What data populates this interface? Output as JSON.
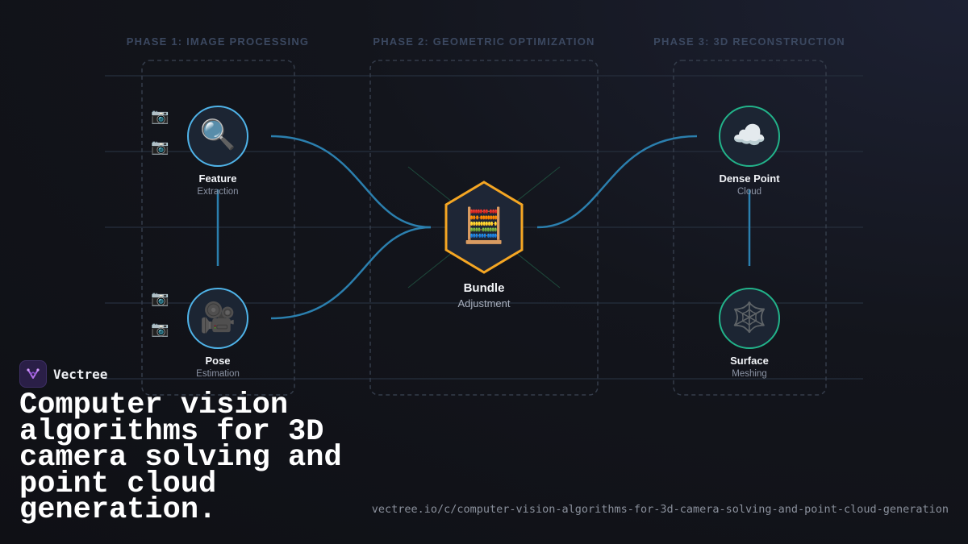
{
  "phases": [
    {
      "label": "PHASE 1: IMAGE PROCESSING"
    },
    {
      "label": "PHASE 2: GEOMETRIC OPTIMIZATION"
    },
    {
      "label": "PHASE 3: 3D RECONSTRUCTION"
    }
  ],
  "nodes": {
    "feature": {
      "title": "Feature",
      "subtitle": "Extraction",
      "icon": "🔍",
      "icon_name": "magnifier-icon"
    },
    "pose": {
      "title": "Pose",
      "subtitle": "Estimation",
      "icon": "🎥",
      "icon_name": "video-camera-icon"
    },
    "bundle": {
      "title": "Bundle",
      "subtitle": "Adjustment",
      "icon": "🧮",
      "icon_name": "abacus-icon"
    },
    "dense": {
      "title": "Dense Point",
      "subtitle": "Cloud",
      "icon": "☁️",
      "icon_name": "cloud-icon"
    },
    "surface": {
      "title": "Surface",
      "subtitle": "Meshing",
      "icon": "🕸️",
      "icon_name": "spider-web-icon"
    }
  },
  "camera_icon": "📷",
  "brand": {
    "name": "Vectree"
  },
  "headline": "Computer vision algorithms for 3D camera solving and point cloud generation.",
  "url": "vectree.io/c/computer-vision-algorithms-for-3d-camera-solving-and-point-cloud-generation",
  "colors": {
    "blue_accent": "#4fb3e8",
    "green_accent": "#22b38a",
    "orange_accent": "#f5a623",
    "connector": "#2b7fae"
  }
}
